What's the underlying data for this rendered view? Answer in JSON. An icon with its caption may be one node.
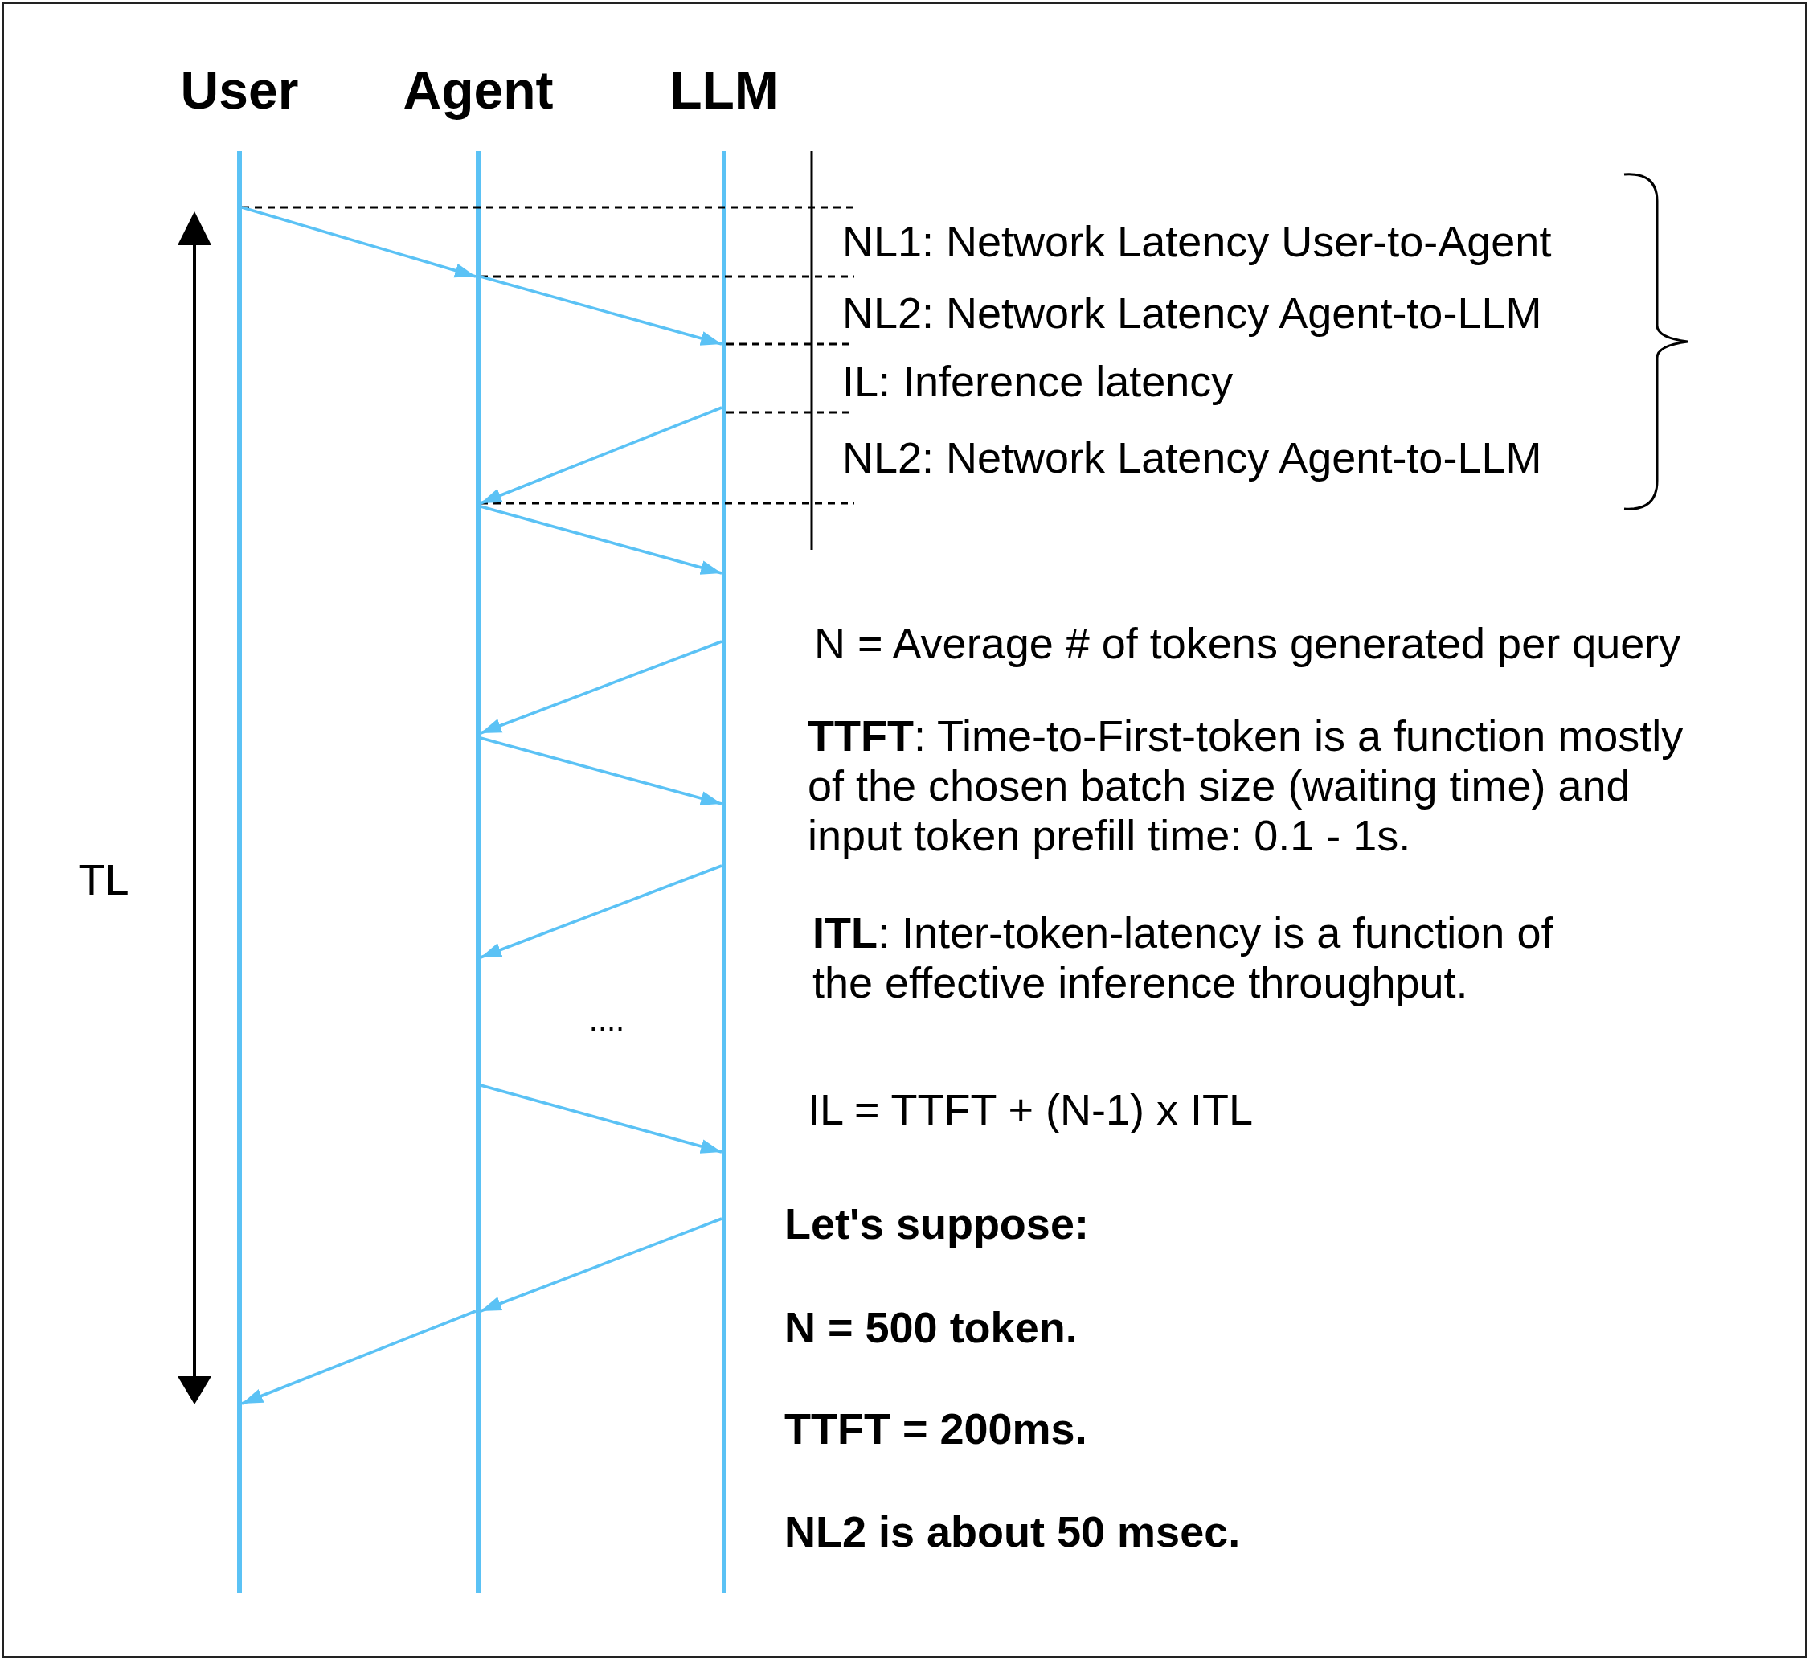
{
  "diagram": {
    "nodes": [
      {
        "text": [
          "User"
        ]
      },
      {
        "text": [
          "Agent"
        ]
      },
      {
        "text": [
          "LLM"
        ]
      }
    ],
    "edges": [
      {
        "from": 0,
        "to": 1,
        "arrow": "to"
      },
      {
        "from": 1,
        "to": 2,
        "arrow": "to"
      },
      {
        "from": 2,
        "to": 1,
        "arrow": "to"
      },
      {
        "from": 1,
        "to": 2,
        "arrow": "to"
      },
      {
        "from": 2,
        "to": 1,
        "arrow": "to"
      },
      {
        "from": 1,
        "to": 2,
        "arrow": "to"
      },
      {
        "from": 2,
        "to": 1,
        "arrow": "to"
      },
      {
        "from": 1,
        "to": 2,
        "arrow": "to"
      },
      {
        "from": 2,
        "to": 1,
        "arrow": "to"
      },
      {
        "from": 1,
        "to": 0,
        "arrow": "to"
      }
    ],
    "labels": [
      "NL1: Network Latency User-to-Agent",
      "NL2: Network Latency Agent-to-LLM",
      "IL: Inference latency",
      "NL2: Network Latency Agent-to-LLM",
      "N = Average # of tokens generated per query",
      "**TTFT**: Time-to-First-token is a function mostly of the chosen batch size (waiting time) and input token prefill time: 0.1 - 1s.",
      "TL",
      "**ITL**: Inter-token-latency is a function of the effective inference throughput.",
      "....",
      "IL = TTFT + (N-1) x ITL",
      "Let's suppose:",
      "N = 500 token.",
      "TTFT = 200ms.",
      "NL2 is about 50 msec."
    ]
  }
}
